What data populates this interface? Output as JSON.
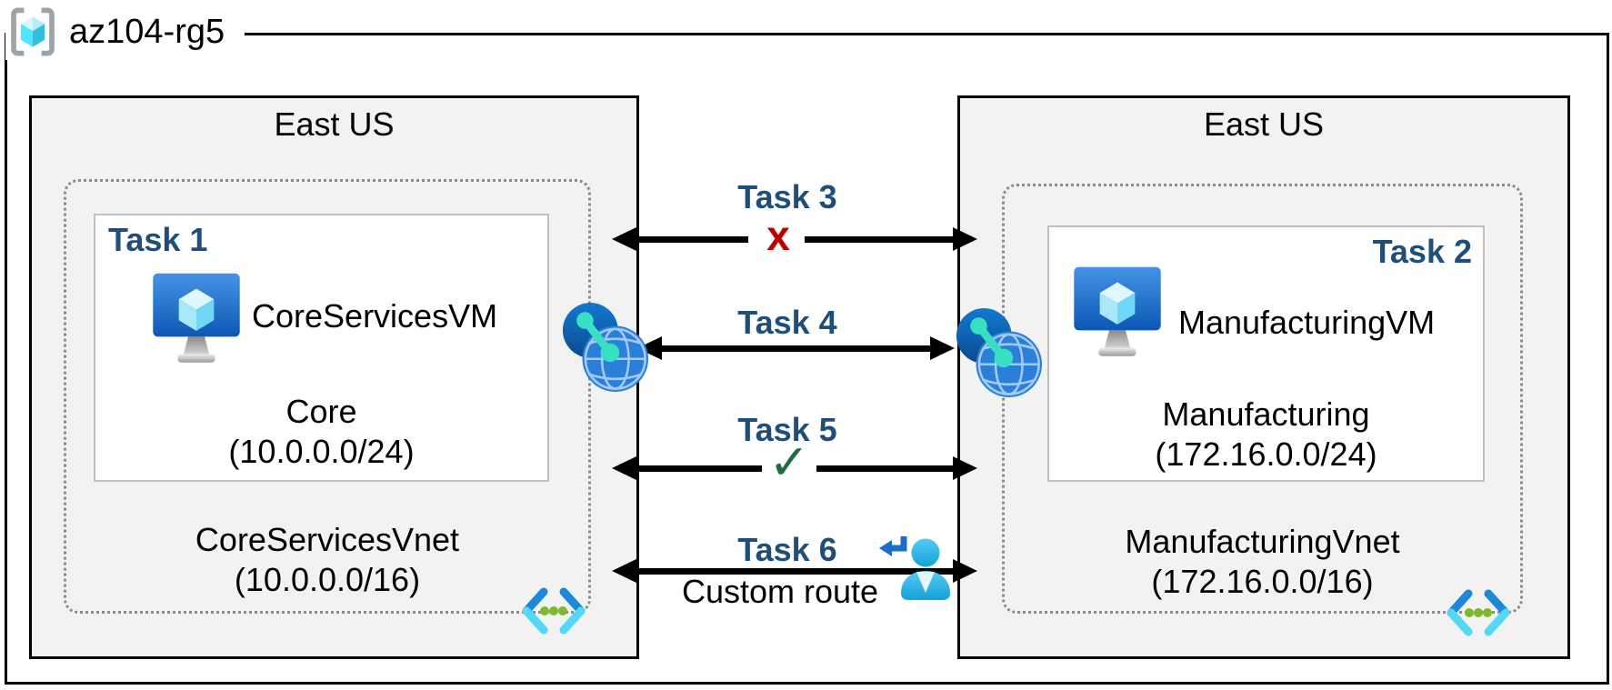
{
  "resource_group": {
    "label": "az104-rg5",
    "icon": "resource-group-icon"
  },
  "regions": [
    {
      "title": "East US",
      "vnet": {
        "name": "CoreServicesVnet",
        "cidr": "(10.0.0.0/16)",
        "icon": "virtual-network-icon",
        "nic_icon": "network-interface-icon",
        "subnet": {
          "task_label": "Task 1",
          "vm_icon": "vm-icon",
          "vm_name": "CoreServicesVM",
          "name": "Core",
          "cidr": "(10.0.0.0/24)"
        }
      }
    },
    {
      "title": "East US",
      "vnet": {
        "name": "ManufacturingVnet",
        "cidr": "(172.16.0.0/16)",
        "icon": "virtual-network-icon",
        "nic_icon": "network-interface-icon",
        "subnet": {
          "task_label": "Task 2",
          "vm_icon": "vm-icon",
          "vm_name": "ManufacturingVM",
          "name": "Manufacturing",
          "cidr": "(172.16.0.0/24)"
        }
      }
    }
  ],
  "connections": [
    {
      "label": "Task 3",
      "marker": "x"
    },
    {
      "label": "Task 4"
    },
    {
      "label": "Task 5",
      "marker": "✓"
    },
    {
      "label": "Task 6",
      "sub_label": "Custom route",
      "icon": "user-with-return-arrow-icon"
    }
  ],
  "colors": {
    "task_label": "#1F4E79",
    "blocked_x": "#C00000",
    "allowed_check": "#1E6B45",
    "region_fill": "#F2F2F2",
    "border": "#000000",
    "azure_blue": "#0078D4",
    "cube_cyan": "#50E6FF"
  }
}
